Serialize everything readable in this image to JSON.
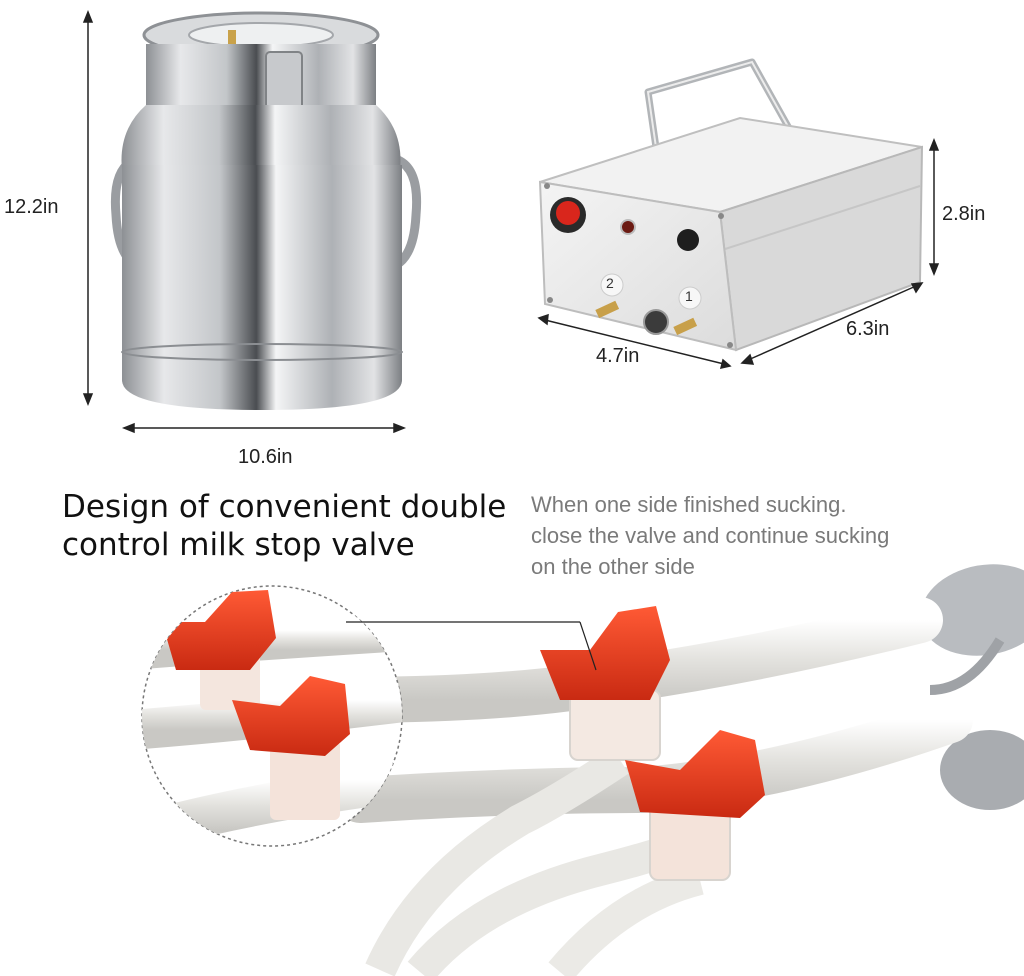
{
  "product_dimensions": {
    "can_height": "12.2in",
    "can_width": "10.6in",
    "pump_height": "2.8in",
    "pump_depth": "6.3in",
    "pump_width": "4.7in"
  },
  "pump_port_labels": {
    "port_2": "2",
    "port_1": "1"
  },
  "feature": {
    "headline_line1": "Design of convenient double",
    "headline_line2": "control milk stop valve",
    "note_line1": "When one side finished sucking.",
    "note_line2": "close the valve and continue sucking",
    "note_line3": "on the other side"
  },
  "colors": {
    "valve_red": "#e8351d",
    "steel": "#b9bcc0",
    "tube": "#ecebe8",
    "pump_body": "#ebebeb"
  },
  "icons": [
    "milk-can-icon",
    "vacuum-pump-icon",
    "valve-icon",
    "tube-icon"
  ]
}
